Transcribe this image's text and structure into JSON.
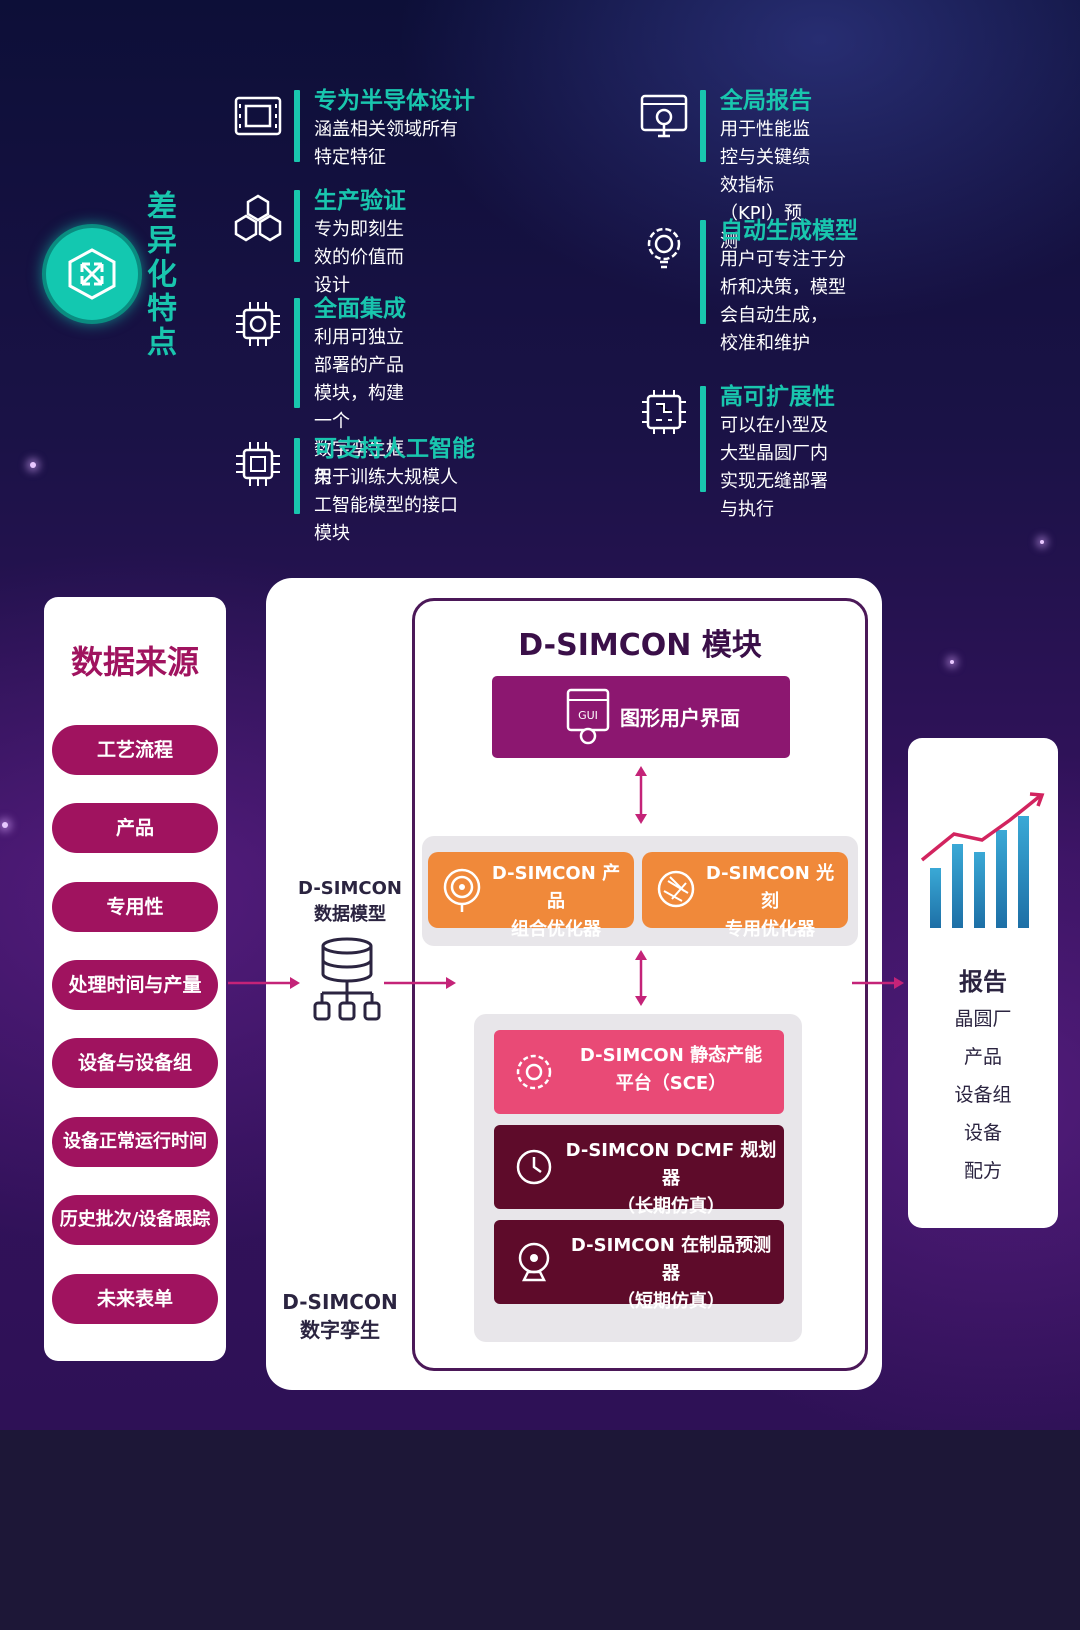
{
  "brand": {
    "title": "差异化特点"
  },
  "features": [
    {
      "title": "专为半导体设计",
      "desc": [
        "涵盖相关领域所有特定特征"
      ],
      "icon": "chip-card-icon"
    },
    {
      "title": "生产验证",
      "desc": [
        "专为即刻生效的价值而设计"
      ],
      "icon": "cubes-icon"
    },
    {
      "title": "全面集成",
      "desc": [
        "利用可独立部署的产品模块，构建一个",
        "数字孪生框架"
      ],
      "icon": "processor-icon"
    },
    {
      "title": "可支持人工智能",
      "desc": [
        "用于训练大规模人工智能模型的接口模块"
      ],
      "icon": "ai-chip-icon"
    },
    {
      "title": "全局报告",
      "desc": [
        "用于性能监控与关键绩效指标（KPI）预测"
      ],
      "icon": "report-monitor-icon"
    },
    {
      "title": "自动生成模型",
      "desc": [
        "用户可专注于分析和决策，模型会自动生成，",
        "校准和维护"
      ],
      "icon": "gear-bulb-icon"
    },
    {
      "title": "高可扩展性",
      "desc": [
        "可以在小型及大型晶圆厂内实现无缝部署",
        "与执行"
      ],
      "icon": "circuit-chip-icon"
    }
  ],
  "data_sources": {
    "title": "数据来源",
    "items": [
      "工艺流程",
      "产品",
      "专用性",
      "处理时间与产量",
      "设备与设备组",
      "设备正常运行时间",
      "历史批次/设备跟踪",
      "未来表单"
    ]
  },
  "data_model": {
    "label_line1": "D-SIMCON",
    "label_line2": "数据模型"
  },
  "digital_twin": {
    "label_line1": "D-SIMCON",
    "label_line2": "数字孪生"
  },
  "module": {
    "title": "D-SIMCON 模块",
    "gui": "图形用户界面",
    "optimizers": [
      {
        "line1": "D-SIMCON 产品",
        "line2": "组合优化器"
      },
      {
        "line1": "D-SIMCON 光刻",
        "line2": "专用优化器"
      }
    ],
    "simulators": [
      {
        "line1": "D-SIMCON 静态产能",
        "line2": "平台（SCE）",
        "color": "#e94a76"
      },
      {
        "line1": "D-SIMCON DCMF 规划器",
        "line2": "（长期仿真）",
        "color": "#5e0b2a"
      },
      {
        "line1": "D-SIMCON 在制品预测器",
        "line2": "（短期仿真）",
        "color": "#5e0b2a"
      }
    ]
  },
  "report": {
    "title": "报告",
    "items": [
      "晶圆厂",
      "产品",
      "设备组",
      "设备",
      "配方"
    ]
  },
  "colors": {
    "teal": "#19c6ae",
    "magenta": "#a0135f",
    "purple": "#8c1770",
    "orange": "#f0893a",
    "pink": "#e94a76",
    "maroon": "#5e0b2a"
  }
}
